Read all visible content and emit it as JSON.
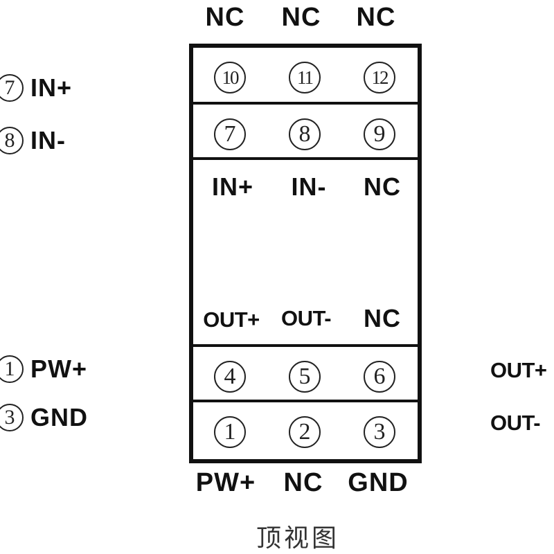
{
  "top_labels": [
    "NC",
    "NC",
    "NC"
  ],
  "rows": {
    "top": [
      "10",
      "11",
      "12"
    ],
    "second": [
      "7",
      "8",
      "9"
    ],
    "inner_upper": [
      "IN+",
      "IN-",
      "NC"
    ],
    "inner_lower": [
      "OUT+",
      "OUT-",
      "NC"
    ],
    "fourth": [
      "4",
      "5",
      "6"
    ],
    "bottom": [
      "1",
      "2",
      "3"
    ]
  },
  "left_labels": [
    {
      "pin": "7",
      "text": "IN+"
    },
    {
      "pin": "8",
      "text": "IN-"
    },
    {
      "pin": "1",
      "text": "PW+"
    },
    {
      "pin": "3",
      "text": "GND"
    }
  ],
  "right_labels": [
    "OUT+",
    "OUT-"
  ],
  "bottom_labels": [
    "PW+",
    "NC",
    "GND"
  ],
  "caption": "顶视图",
  "colors": {
    "line": "#111111",
    "background": "#ffffff"
  }
}
